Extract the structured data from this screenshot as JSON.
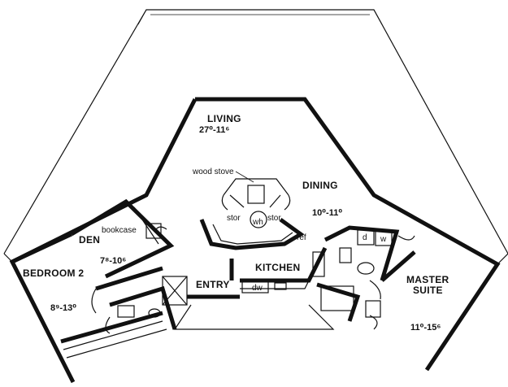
{
  "rooms": {
    "living": {
      "label": "LIVING",
      "size": "27⁰-11⁶"
    },
    "dining": {
      "label": "DINING",
      "size": "10⁰-11⁰"
    },
    "kitchen": {
      "label": "KITCHEN"
    },
    "den": {
      "label": "DEN",
      "size": "7⁸-10⁶"
    },
    "bedroom2": {
      "label": "BEDROOM 2",
      "size": "8⁹-13⁰"
    },
    "entry": {
      "label": "ENTRY"
    },
    "master": {
      "label_line1": "MASTER",
      "label_line2": "SUITE",
      "size": "11⁰-15⁶"
    }
  },
  "fixtures": {
    "wood_stove": "wood stove",
    "stor_left": "stor",
    "stor_right": "stor",
    "water_heater": "wh",
    "ref": "ref",
    "bookcase": "bookcase",
    "dishwasher": "dw",
    "dryer": "d",
    "washer": "w"
  }
}
